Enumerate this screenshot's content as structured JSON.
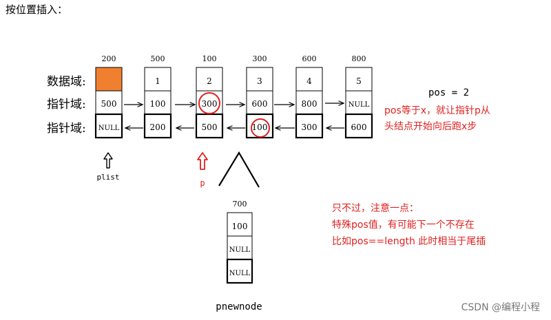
{
  "title": "按位置插入：",
  "row_labels": {
    "data": "数据域:",
    "next": "指针域:",
    "prior": "指针域:"
  },
  "nodes": [
    {
      "addr": "200",
      "data": "",
      "next": "500",
      "prior": "NULL",
      "data_fill": "#f08030"
    },
    {
      "addr": "500",
      "data": "1",
      "next": "100",
      "prior": "200"
    },
    {
      "addr": "100",
      "data": "2",
      "next": "300",
      "prior": "500"
    },
    {
      "addr": "300",
      "data": "3",
      "next": "600",
      "prior": "100"
    },
    {
      "addr": "600",
      "data": "4",
      "next": "800",
      "prior": "300"
    },
    {
      "addr": "800",
      "data": "5",
      "next": "NULL",
      "prior": "600"
    }
  ],
  "new_node": {
    "addr": "700",
    "data": "100",
    "next": "NULL",
    "prior": "NULL",
    "label": "pnewnode"
  },
  "pointers": {
    "plist": "plist",
    "p": "p"
  },
  "notes": {
    "pos": "pos = 2",
    "rule_line1": "pos等于x，就让指针p从",
    "rule_line2": "头结点开始向后跑x步",
    "special_line1": "只不过，注意一点：",
    "special_line2": "特殊pos值，有可能下一个不存在",
    "special_line3": "比如pos==length  此时相当于尾插"
  },
  "watermark": "CSDN @编程小程",
  "colors": {
    "red": "#e02020",
    "ink": "#000000",
    "orange": "#f08030"
  }
}
